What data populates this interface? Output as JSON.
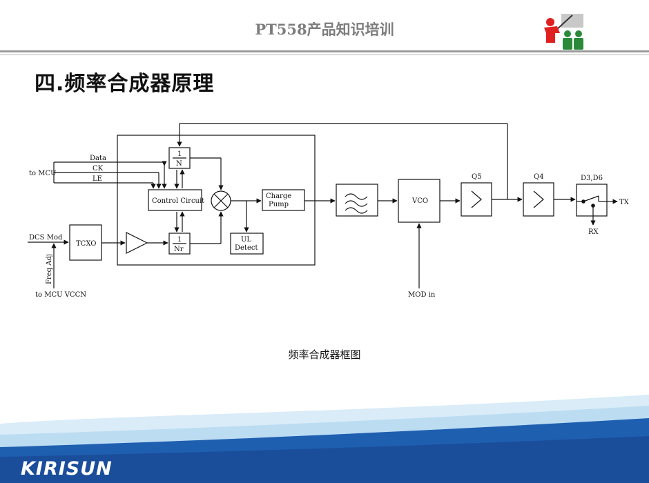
{
  "header": {
    "title": "PT558产品知识培训"
  },
  "heading": "四.频率合成器原理",
  "caption": "频率合成器框图",
  "footer": {
    "brand_text": "KIRISUN"
  },
  "colors": {
    "footer_blue": "#1f5fb0",
    "footer_light": "#d9ecf8",
    "icon_red": "#e02020",
    "icon_green": "#2a8a3a"
  },
  "diagram": {
    "inputs": {
      "data": "Data",
      "ck": "CK",
      "le": "LE",
      "to_mcu": "to MCU",
      "dcs_mod": "DCS Mod",
      "freq_adj": "Freq Adj",
      "to_mcu_vccn": "to MCU VCCN",
      "mod_in": "MOD in"
    },
    "blocks": {
      "div_n_top": "1",
      "div_n_bottom": "N",
      "div_nr_top": "1",
      "div_nr_bottom": "Nr",
      "control_circuit": "Control Circuit",
      "tcxo": "TCXO",
      "charge_pump_1": "Charge",
      "charge_pump_2": "Pump",
      "ul_detect_1": "UL",
      "ul_detect_2": "Detect",
      "vco": "VCO",
      "q5": "Q5",
      "q4": "Q4",
      "d3d6": "D3,D6",
      "tx": "TX",
      "rx": "RX"
    }
  }
}
